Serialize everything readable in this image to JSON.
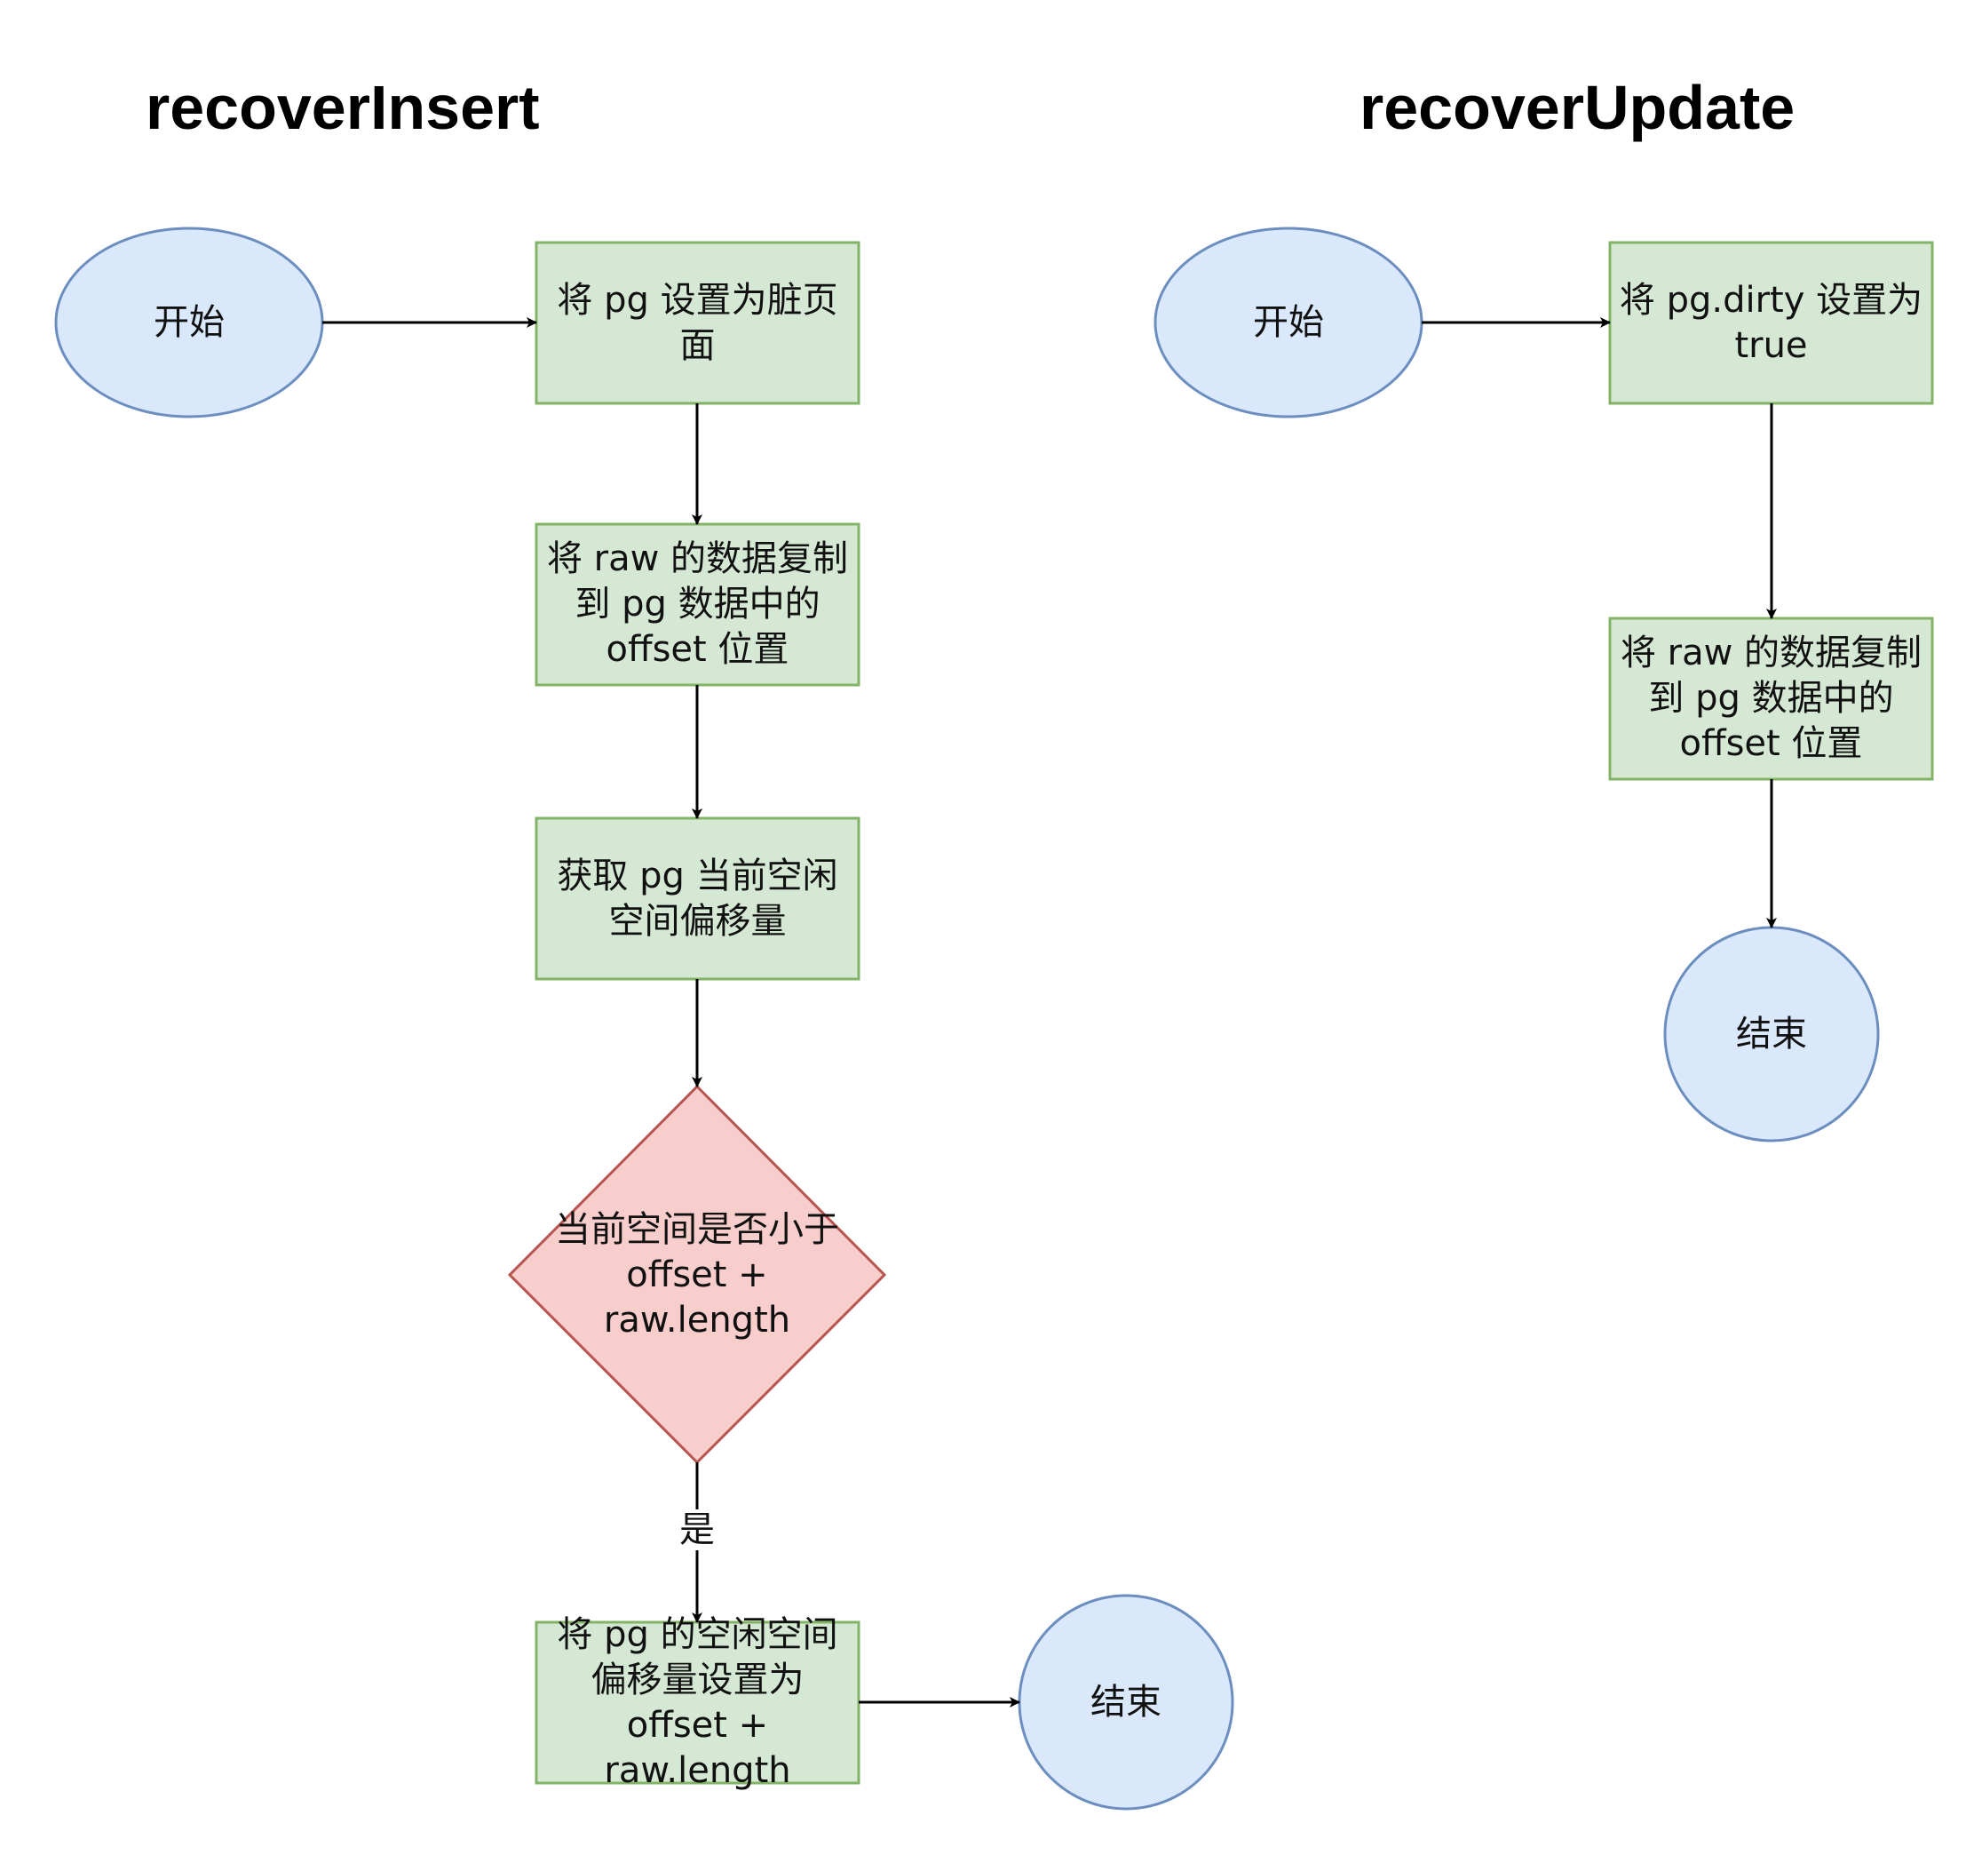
{
  "diagrams": {
    "insert": {
      "title": "recoverInsert",
      "start": "开始",
      "step1": "将 pg 设置为脏页\n面",
      "step2": "将 raw 的数据复制\n到 pg 数据中的\noffset 位置",
      "step3": "获取 pg 当前空闲\n空间偏移量",
      "decision": "当前空间是否小于\noffset + raw.length",
      "yes_label": "是",
      "step4": "将 pg 的空闲空间\n偏移量设置为\noffset + raw.length",
      "end": "结束"
    },
    "update": {
      "title": "recoverUpdate",
      "start": "开始",
      "step1": "将 pg.dirty 设置为\ntrue",
      "step2": "将 raw 的数据复制\n到 pg 数据中的\noffset 位置",
      "end": "结束"
    }
  },
  "colors": {
    "terminal_fill": "#dae8fc",
    "terminal_stroke": "#6c8ebf",
    "process_fill": "#d5e8d4",
    "process_stroke": "#82b366",
    "decision_fill": "#f8cecc",
    "decision_stroke": "#b85450",
    "edge": "#000000"
  }
}
